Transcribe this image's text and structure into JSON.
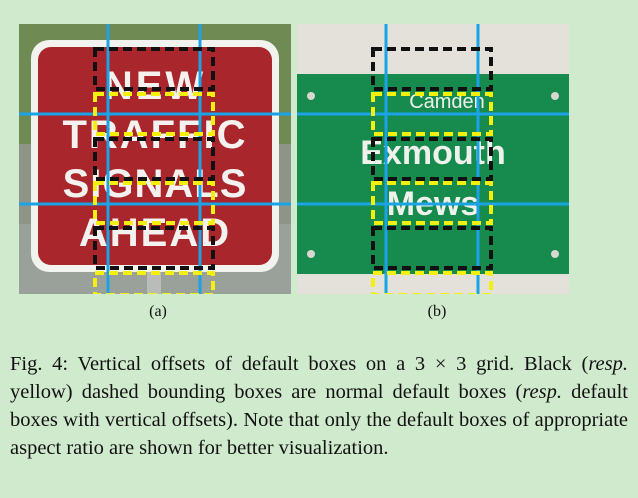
{
  "figure": {
    "panel_a": {
      "label": "(a)",
      "sign_lines": [
        "NEW",
        "TRAFFIC",
        "SIGNALS",
        "AHEAD"
      ]
    },
    "panel_b": {
      "label": "(b)",
      "sign_lines": [
        "Camden",
        "Exmouth",
        "Mews"
      ]
    },
    "colors": {
      "grid_line": "#1aa3e6",
      "normal_box": "#111111",
      "offset_box": "#f5f00a",
      "sign_red": "#a8262c",
      "sign_green": "#178a4e"
    }
  },
  "caption": {
    "prefix": "Fig. 4: Vertical offsets of default boxes on a 3 × 3 grid. Black (",
    "resp1": "resp.",
    "mid": " yellow) dashed bounding boxes are normal default boxes (",
    "resp2": "resp.",
    "suffix": " default boxes with vertical offsets). Note that only the default boxes of appropriate aspect ratio are shown for better visualization."
  }
}
